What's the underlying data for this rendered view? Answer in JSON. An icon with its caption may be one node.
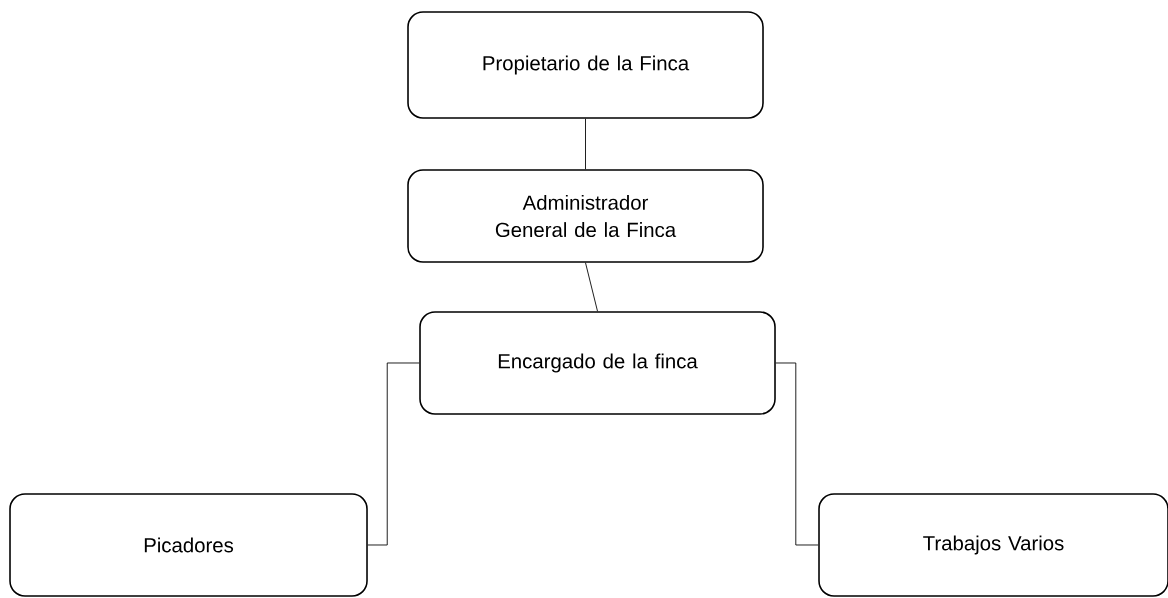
{
  "diagram": {
    "nodes": [
      {
        "text": [
          "Propietario de la Finca"
        ]
      },
      {
        "text": [
          "Administrador General de la Finca"
        ]
      },
      {
        "text": [
          "Encargado de la finca"
        ]
      },
      {
        "text": [
          "Picadores"
        ]
      },
      {
        "text": [
          "Trabajos Varios"
        ]
      }
    ],
    "edges": [
      {
        "from": 0,
        "to": 1,
        "arrow": "none"
      },
      {
        "from": 1,
        "to": 2,
        "arrow": "none"
      },
      {
        "from": 2,
        "to": 3,
        "arrow": "none"
      },
      {
        "from": 2,
        "to": 4,
        "arrow": "none"
      }
    ]
  }
}
